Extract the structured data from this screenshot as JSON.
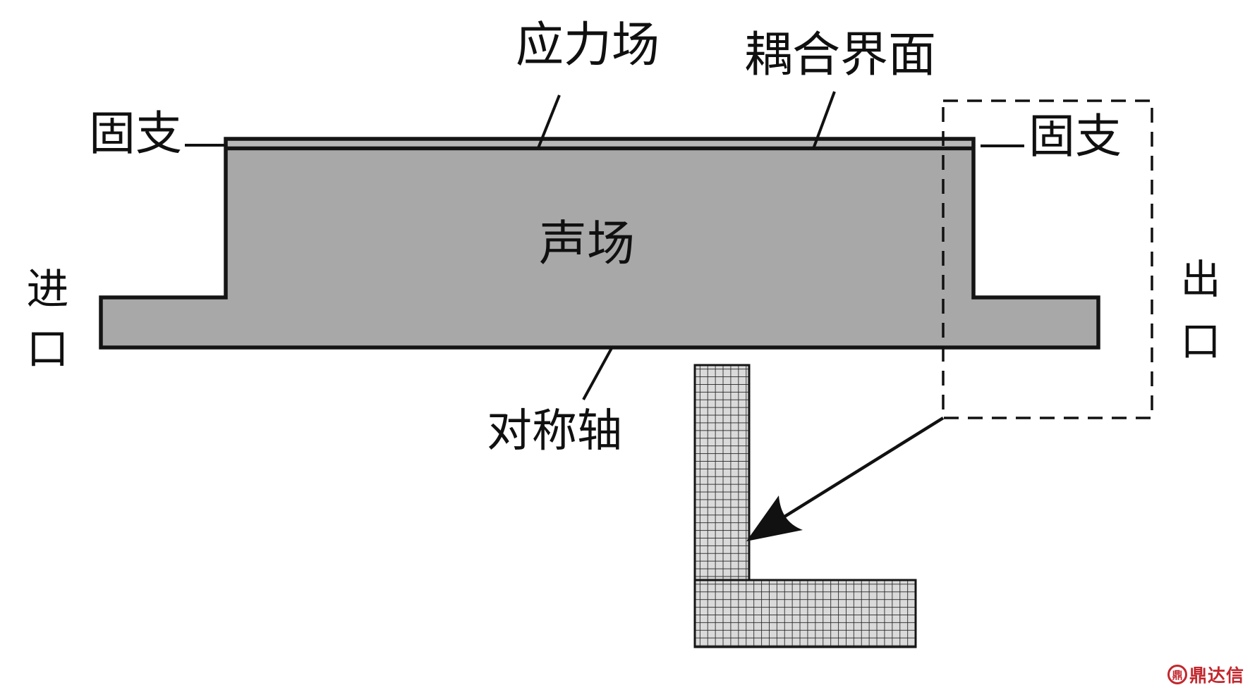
{
  "figure": {
    "type": "fluid-structure-coupling-domain-schematic",
    "labels": {
      "stress_field": "应力场",
      "coupling_interface": "耦合界面",
      "fixed_support_left": "固支",
      "fixed_support_right": "固支",
      "inlet": "进口",
      "outlet": "出口",
      "acoustic_field": "声场",
      "symmetry_axis": "对称轴"
    },
    "watermark": {
      "logo_glyph": "鼎",
      "text": "鼎达信",
      "color": "#c2272d"
    },
    "colors": {
      "fluid_fill": "#a8a8a8",
      "plate_strip_fill": "#b9b9b9",
      "outline": "#151515",
      "mesh_cell_fill": "#dadada",
      "mesh_grid_line": "#222222",
      "background": "#ffffff"
    }
  }
}
